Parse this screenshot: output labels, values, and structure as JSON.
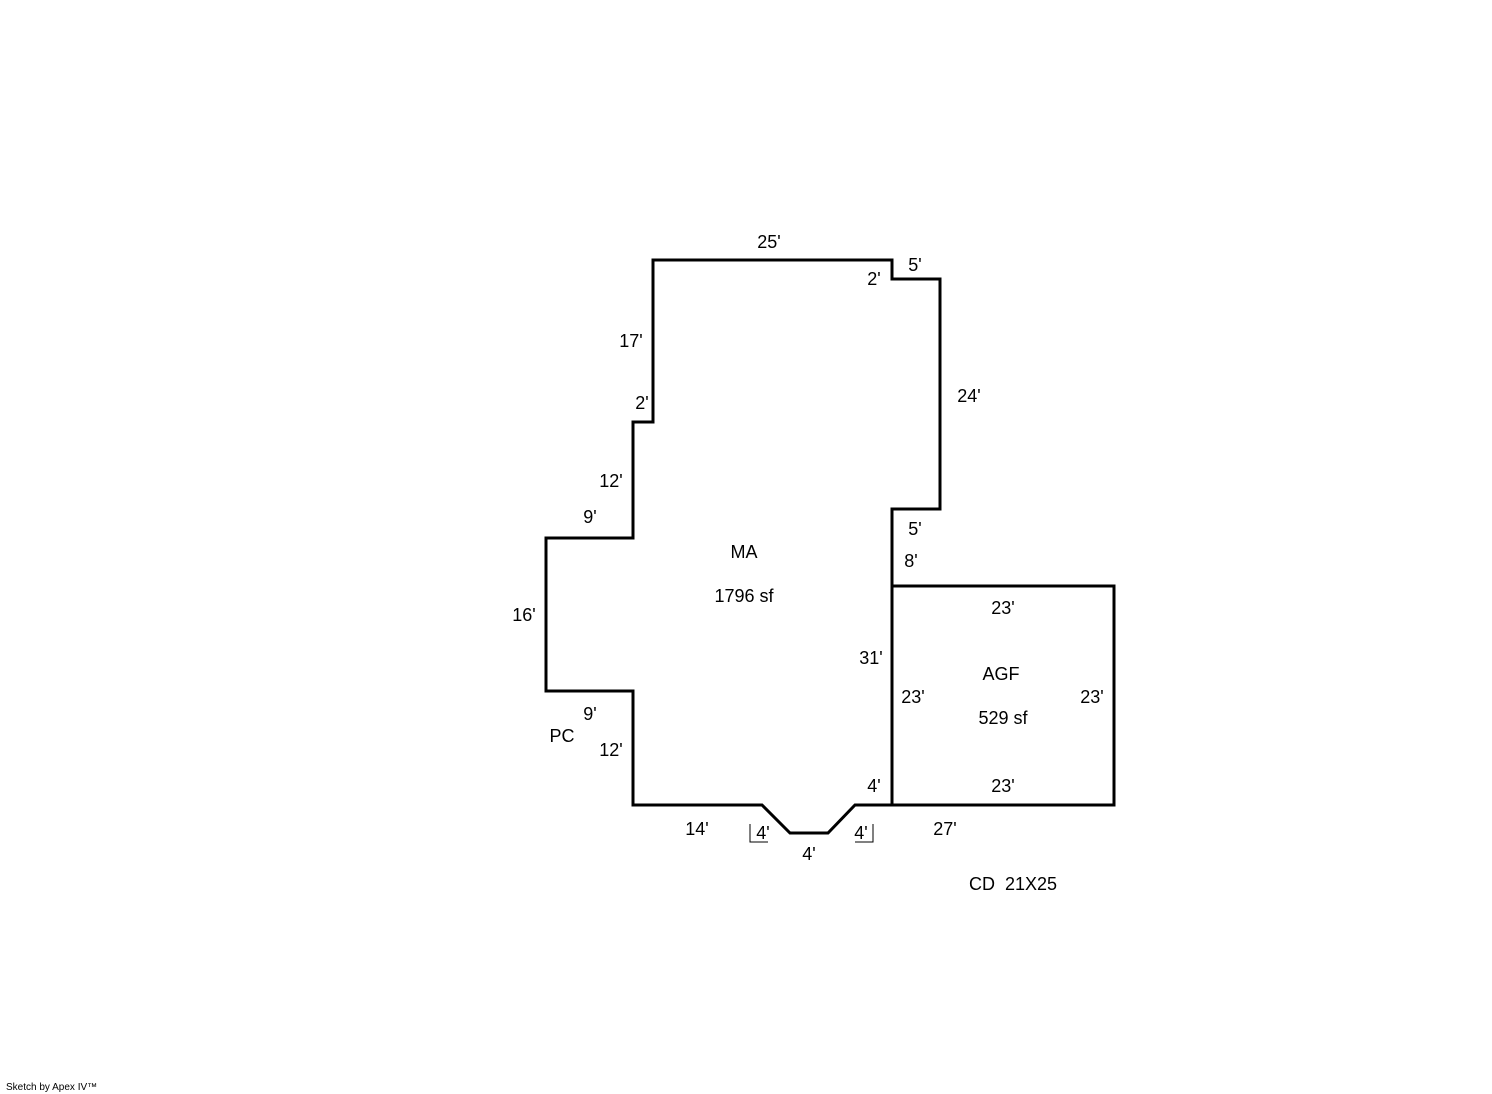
{
  "sketch": {
    "areas": {
      "main": {
        "code": "MA",
        "area": "1796 sf"
      },
      "garage": {
        "code": "AGF",
        "area": "529 sf"
      },
      "porch": {
        "code": "PC"
      }
    },
    "dimensions": {
      "top": "25'",
      "notch_top_step": "2'",
      "notch_top_width": "5'",
      "right_upper": "24'",
      "right_step_width": "5'",
      "right_above_garage": "8'",
      "left_upper": "17'",
      "left_step_upper": "2'",
      "left_middle_upper": "12'",
      "left_bump_top": "9'",
      "left_bump": "16'",
      "left_bump_bottom": "9'",
      "left_middle_lower": "12'",
      "bottom_left": "14'",
      "bay_left": "4'",
      "bay_bottom": "4'",
      "bay_right": "4'",
      "right_lower": "31'",
      "right_corner": "4'",
      "garage_top": "23'",
      "garage_left": "23'",
      "garage_right": "23'",
      "garage_bottom": "23'",
      "garage_outer_bottom": "27'"
    },
    "note": "CD  21X25",
    "credit": "Sketch by Apex IV™"
  }
}
